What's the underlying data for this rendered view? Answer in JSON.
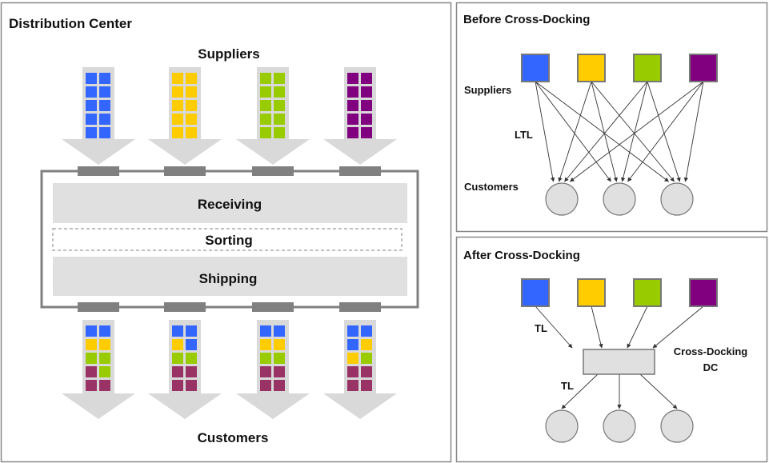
{
  "colors": {
    "blue": "#3366ff",
    "yellow": "#ffcc00",
    "green": "#99cc00",
    "purple": "#800080",
    "maroon": "#993366",
    "panel_border": "#888888",
    "band_fill": "#e0e0e0",
    "arrow_fill": "#d9d9d9",
    "dock_fill": "#808080",
    "node_fill": "#e0e0e0"
  },
  "distribution_center": {
    "title": "Distribution Center",
    "suppliers_label": "Suppliers",
    "customers_label": "Customers",
    "receiving_label": "Receiving",
    "sorting_label": "Sorting",
    "shipping_label": "Shipping",
    "inbound_columns": [
      {
        "color": "blue",
        "cells": [
          "blue",
          "blue",
          "blue",
          "blue",
          "blue",
          "blue",
          "blue",
          "blue",
          "blue",
          "blue"
        ]
      },
      {
        "color": "yellow",
        "cells": [
          "yellow",
          "yellow",
          "yellow",
          "yellow",
          "yellow",
          "yellow",
          "yellow",
          "yellow",
          "yellow",
          "yellow"
        ]
      },
      {
        "color": "green",
        "cells": [
          "green",
          "green",
          "green",
          "green",
          "green",
          "green",
          "green",
          "green",
          "green",
          "green"
        ]
      },
      {
        "color": "purple",
        "cells": [
          "purple",
          "purple",
          "purple",
          "purple",
          "purple",
          "purple",
          "purple",
          "purple",
          "purple",
          "purple"
        ]
      }
    ],
    "outbound_columns": [
      {
        "cells": [
          "blue",
          "blue",
          "yellow",
          "yellow",
          "green",
          "green",
          "maroon",
          "green",
          "maroon",
          "maroon"
        ]
      },
      {
        "cells": [
          "blue",
          "blue",
          "yellow",
          "blue",
          "green",
          "green",
          "maroon",
          "maroon",
          "maroon",
          "maroon"
        ]
      },
      {
        "cells": [
          "blue",
          "blue",
          "yellow",
          "yellow",
          "green",
          "green",
          "maroon",
          "maroon",
          "maroon",
          "maroon"
        ]
      },
      {
        "cells": [
          "blue",
          "blue",
          "blue",
          "yellow",
          "yellow",
          "green",
          "maroon",
          "maroon",
          "maroon",
          "maroon"
        ]
      }
    ]
  },
  "before": {
    "title": "Before Cross-Docking",
    "suppliers_label": "Suppliers",
    "ltl_label": "LTL",
    "customers_label": "Customers",
    "suppliers": [
      "blue",
      "yellow",
      "green",
      "purple"
    ],
    "customer_count": 3
  },
  "after": {
    "title": "After Cross-Docking",
    "tl_in_label": "TL",
    "tl_out_label": "TL",
    "dc_label_line1": "Cross-Docking",
    "dc_label_line2": "DC",
    "suppliers": [
      "blue",
      "yellow",
      "green",
      "purple"
    ],
    "customer_count": 3
  }
}
